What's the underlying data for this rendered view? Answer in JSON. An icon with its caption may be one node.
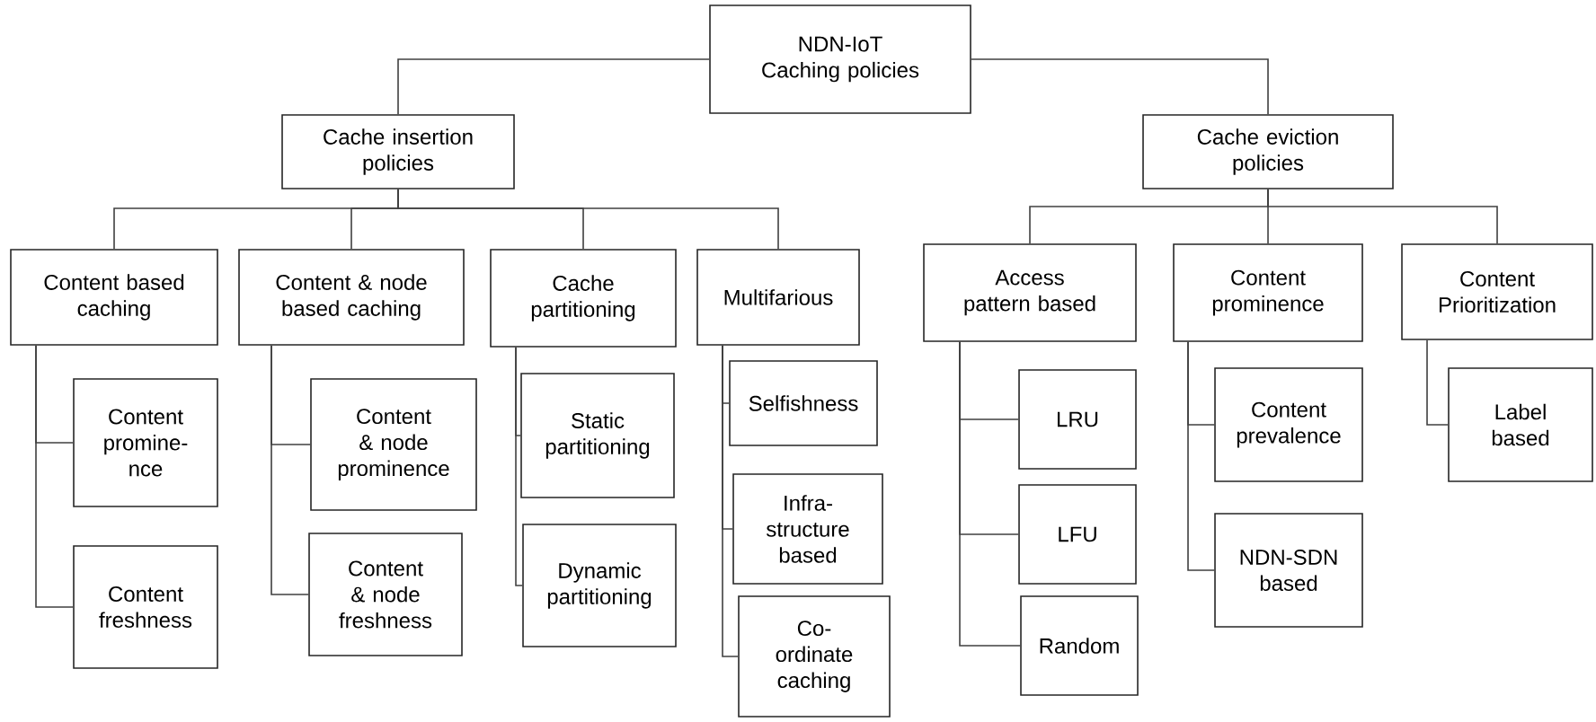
{
  "diagram": {
    "nodes": [
      {
        "text": [
          "NDN-IoT Caching policies"
        ]
      },
      {
        "text": [
          "Cache insertion policies"
        ]
      },
      {
        "text": [
          "Cache eviction policies"
        ]
      },
      {
        "text": [
          "Content based caching"
        ]
      },
      {
        "text": [
          "Content & node based caching"
        ]
      },
      {
        "text": [
          "Cache partitioning"
        ]
      },
      {
        "text": [
          "Multifarious"
        ]
      },
      {
        "text": [
          "Access pattern based"
        ]
      },
      {
        "text": [
          "Content prominence"
        ]
      },
      {
        "text": [
          "Content Prioritization"
        ]
      },
      {
        "text": [
          "Content promine- nce"
        ]
      },
      {
        "text": [
          "Content freshness"
        ]
      },
      {
        "text": [
          "Content & node prominence"
        ]
      },
      {
        "text": [
          "Content & node freshness"
        ]
      },
      {
        "text": [
          "Static partitioning"
        ]
      },
      {
        "text": [
          "Dynamic partitioning"
        ]
      },
      {
        "text": [
          "Selfishness"
        ]
      },
      {
        "text": [
          "Infra- structure based"
        ]
      },
      {
        "text": [
          "Co- ordinate caching"
        ]
      },
      {
        "text": [
          "LRU"
        ]
      },
      {
        "text": [
          "LFU"
        ]
      },
      {
        "text": [
          "Random"
        ]
      },
      {
        "text": [
          "Content prevalence"
        ]
      },
      {
        "text": [
          "NDN-SDN based"
        ]
      },
      {
        "text": [
          "Label based"
        ]
      }
    ],
    "edges": [
      {
        "from": 0,
        "to": 1,
        "arrow": "none"
      },
      {
        "from": 0,
        "to": 2,
        "arrow": "none"
      },
      {
        "from": 1,
        "to": 3,
        "arrow": "none"
      },
      {
        "from": 1,
        "to": 4,
        "arrow": "none"
      },
      {
        "from": 1,
        "to": 5,
        "arrow": "none"
      },
      {
        "from": 1,
        "to": 6,
        "arrow": "none"
      },
      {
        "from": 2,
        "to": 7,
        "arrow": "none"
      },
      {
        "from": 2,
        "to": 8,
        "arrow": "none"
      },
      {
        "from": 2,
        "to": 9,
        "arrow": "none"
      },
      {
        "from": 3,
        "to": 10,
        "arrow": "none"
      },
      {
        "from": 3,
        "to": 11,
        "arrow": "none"
      },
      {
        "from": 4,
        "to": 12,
        "arrow": "none"
      },
      {
        "from": 4,
        "to": 13,
        "arrow": "none"
      },
      {
        "from": 5,
        "to": 14,
        "arrow": "none"
      },
      {
        "from": 5,
        "to": 15,
        "arrow": "none"
      },
      {
        "from": 6,
        "to": 16,
        "arrow": "none"
      },
      {
        "from": 6,
        "to": 17,
        "arrow": "none"
      },
      {
        "from": 6,
        "to": 18,
        "arrow": "none"
      },
      {
        "from": 7,
        "to": 19,
        "arrow": "none"
      },
      {
        "from": 7,
        "to": 20,
        "arrow": "none"
      },
      {
        "from": 7,
        "to": 21,
        "arrow": "none"
      },
      {
        "from": 8,
        "to": 22,
        "arrow": "none"
      },
      {
        "from": 8,
        "to": 23,
        "arrow": "none"
      },
      {
        "from": 9,
        "to": 24,
        "arrow": "none"
      }
    ]
  }
}
